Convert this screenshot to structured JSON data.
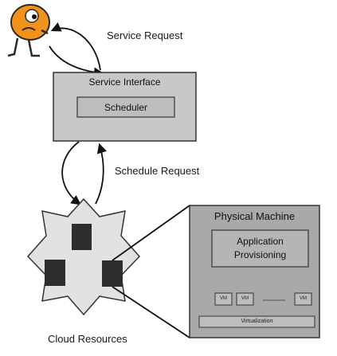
{
  "labels": {
    "service_request": "Service Request",
    "schedule_request": "Schedule Request",
    "cloud_resources": "Cloud Resources"
  },
  "service_interface": {
    "title": "Service Interface",
    "scheduler": "Scheduler"
  },
  "physical_machine": {
    "title": "Physical Machine",
    "app_line1": "Application",
    "app_line2": "Provisioning",
    "vms": [
      "VM",
      "VM",
      "VM"
    ],
    "virtualization": "Virtualization"
  },
  "colors": {
    "box_fill": "#c8c8c8",
    "pm_fill": "#a9a9a9",
    "cloud_fill": "#e2e2e2",
    "resource": "#2e2e2e",
    "character": "#f0921c"
  }
}
